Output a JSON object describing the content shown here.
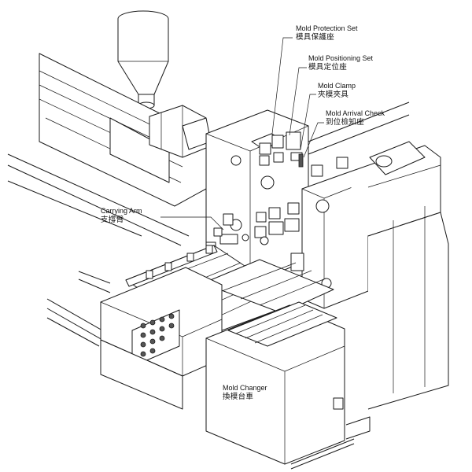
{
  "labels": {
    "mold_protection_set": {
      "en": "Mold Protection Set",
      "zh": "模具保護座"
    },
    "mold_positioning_set": {
      "en": "Mold Positioning Set",
      "zh": "模具定位座"
    },
    "mold_clamp": {
      "en": "Mold Clamp",
      "zh": "夾模夾具"
    },
    "mold_arrival_check": {
      "en": "Mold Arrival Check",
      "zh": "到位檢知座"
    },
    "carrying_arm": {
      "en": "Carrying Arm",
      "zh": "支撐臂"
    },
    "mold_changer": {
      "en": "Mold Changer",
      "zh": "換模台車"
    }
  }
}
